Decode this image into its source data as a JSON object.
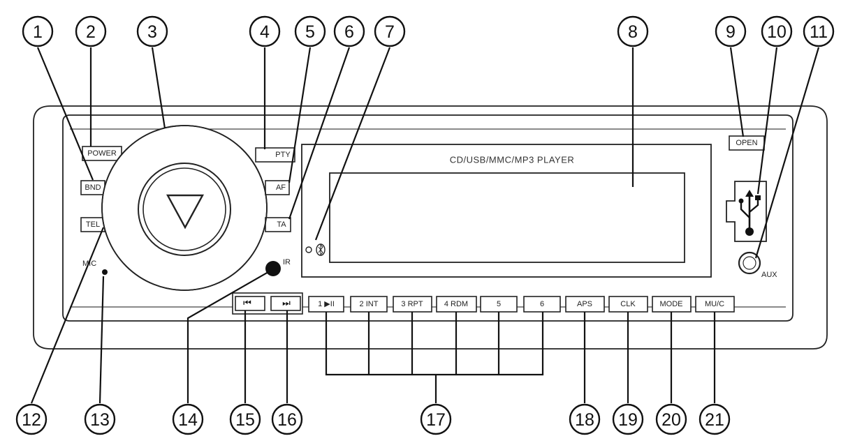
{
  "front_panel": {
    "buttons": {
      "power": "POWER",
      "bnd": "BND",
      "tel": "TEL",
      "pty": "PTY",
      "af": "AF",
      "ta": "TA",
      "open": "OPEN",
      "prev": "⏮",
      "next": "⏭",
      "preset_1": "1 ▶II",
      "preset_2": "2 INT",
      "preset_3": "3 RPT",
      "preset_4": "4 RDM",
      "preset_5": "5",
      "preset_6": "6",
      "aps": "APS",
      "clk": "CLK",
      "mode": "MODE",
      "mu_c": "MU/C"
    },
    "display_title": "CD/USB/MMC/MP3 PLAYER",
    "mic_label": "MIC",
    "ir_label": "IR",
    "aux_label": "AUX"
  },
  "callouts": [
    "1",
    "2",
    "3",
    "4",
    "5",
    "6",
    "7",
    "8",
    "9",
    "10",
    "11",
    "12",
    "13",
    "14",
    "15",
    "16",
    "17",
    "18",
    "19",
    "20",
    "21"
  ]
}
